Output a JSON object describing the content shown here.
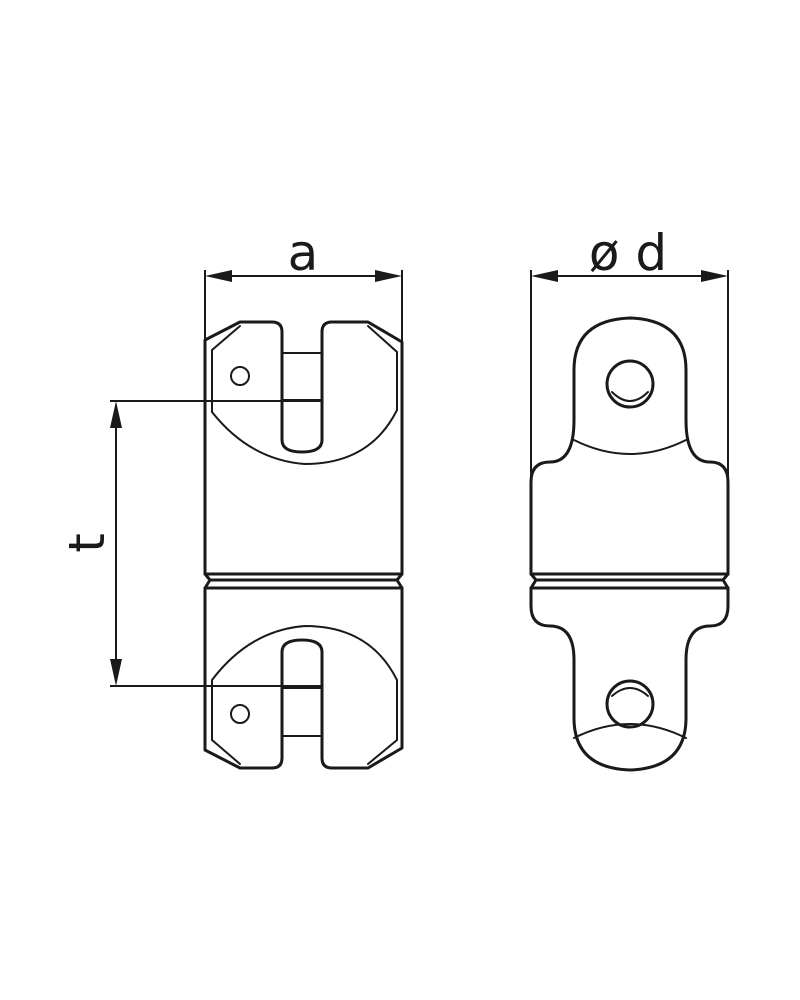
{
  "dimensions": {
    "width_label": "a",
    "diameter_label": "ø d",
    "pitch_label": "t"
  },
  "colors": {
    "line": "#1a1a1a",
    "background": "#ffffff"
  }
}
